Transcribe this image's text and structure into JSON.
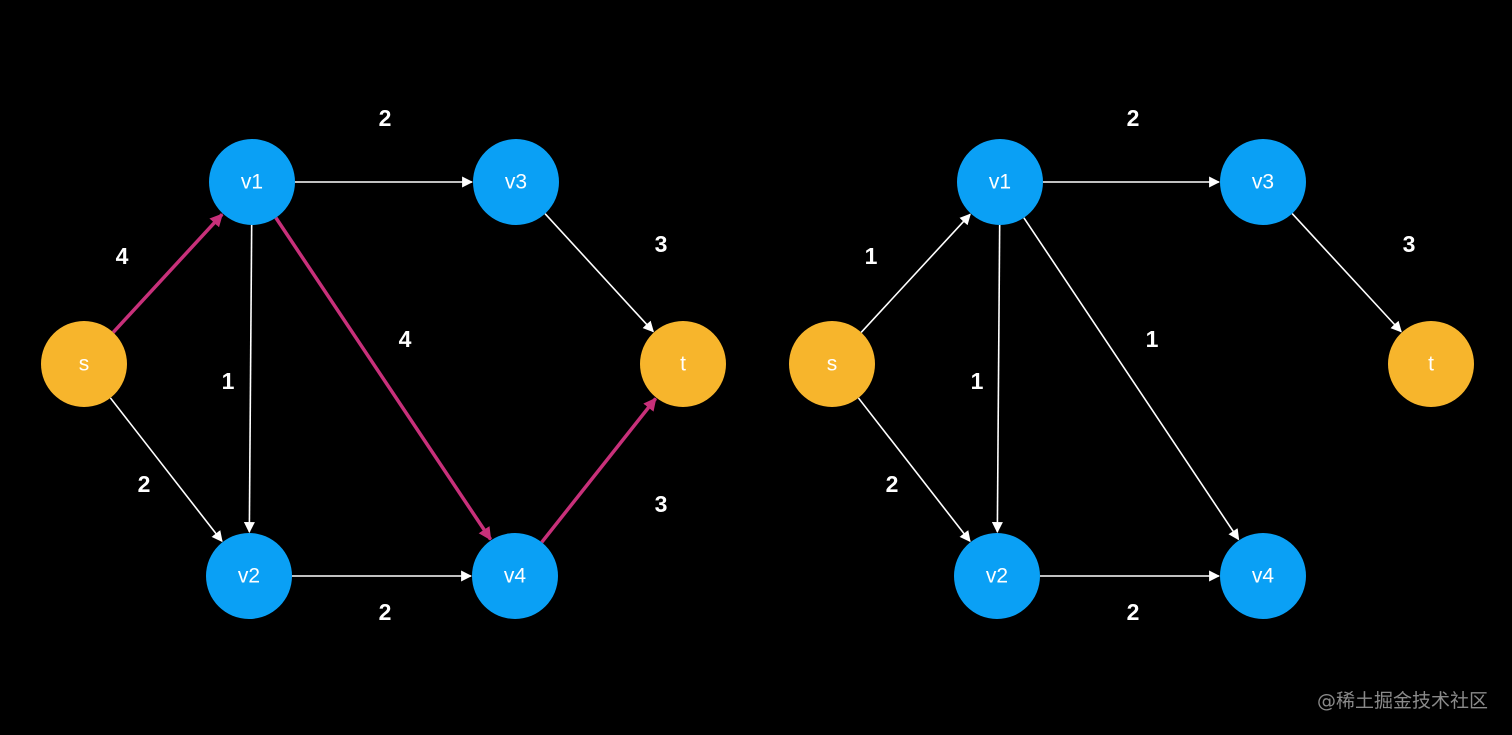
{
  "colors": {
    "background": "#000000",
    "terminal_node": "#F7B52C",
    "inner_node": "#0AA0F5",
    "edge": "#FFFFFF",
    "highlight_edge": "#C8307A"
  },
  "watermark": "@稀土掘金技术社区",
  "graphs": [
    {
      "nodes": [
        {
          "id": "s",
          "label": "s",
          "kind": "terminal"
        },
        {
          "id": "v1",
          "label": "v1",
          "kind": "inner"
        },
        {
          "id": "v2",
          "label": "v2",
          "kind": "inner"
        },
        {
          "id": "v3",
          "label": "v3",
          "kind": "inner"
        },
        {
          "id": "v4",
          "label": "v4",
          "kind": "inner"
        },
        {
          "id": "t",
          "label": "t",
          "kind": "terminal"
        }
      ],
      "edges": [
        {
          "from": "s",
          "to": "v1",
          "weight": "4",
          "highlight": true
        },
        {
          "from": "s",
          "to": "v2",
          "weight": "2",
          "highlight": false
        },
        {
          "from": "v1",
          "to": "v3",
          "weight": "2",
          "highlight": false
        },
        {
          "from": "v1",
          "to": "v2",
          "weight": "1",
          "highlight": false
        },
        {
          "from": "v1",
          "to": "v4",
          "weight": "4",
          "highlight": true
        },
        {
          "from": "v2",
          "to": "v4",
          "weight": "2",
          "highlight": false
        },
        {
          "from": "v3",
          "to": "t",
          "weight": "3",
          "highlight": false
        },
        {
          "from": "v4",
          "to": "t",
          "weight": "3",
          "highlight": true
        }
      ]
    },
    {
      "nodes": [
        {
          "id": "s",
          "label": "s",
          "kind": "terminal"
        },
        {
          "id": "v1",
          "label": "v1",
          "kind": "inner"
        },
        {
          "id": "v2",
          "label": "v2",
          "kind": "inner"
        },
        {
          "id": "v3",
          "label": "v3",
          "kind": "inner"
        },
        {
          "id": "v4",
          "label": "v4",
          "kind": "inner"
        },
        {
          "id": "t",
          "label": "t",
          "kind": "terminal"
        }
      ],
      "edges": [
        {
          "from": "s",
          "to": "v1",
          "weight": "1",
          "highlight": false
        },
        {
          "from": "s",
          "to": "v2",
          "weight": "2",
          "highlight": false
        },
        {
          "from": "v1",
          "to": "v3",
          "weight": "2",
          "highlight": false
        },
        {
          "from": "v1",
          "to": "v2",
          "weight": "1",
          "highlight": false
        },
        {
          "from": "v1",
          "to": "v4",
          "weight": "1",
          "highlight": false
        },
        {
          "from": "v2",
          "to": "v4",
          "weight": "2",
          "highlight": false
        },
        {
          "from": "v3",
          "to": "t",
          "weight": "3",
          "highlight": false
        }
      ]
    }
  ]
}
